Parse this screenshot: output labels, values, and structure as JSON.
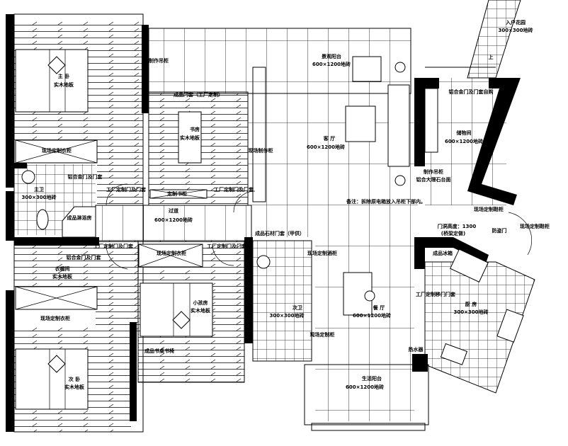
{
  "plan": {
    "rooms": {
      "master_bedroom": {
        "name": "主 卧",
        "floor": "实木地板"
      },
      "study": {
        "name": "书房",
        "floor": "实木地板"
      },
      "study_door": "成品门套（工厂定制）",
      "study_bookcase": "定制书柜",
      "wardrobe_master": "现场定制衣柜",
      "master_bath": {
        "name": "主卫",
        "floor": "300×300地砖"
      },
      "master_bath_door": "铝合金门及门套",
      "shower": "成品淋浴房",
      "hallway": {
        "name": "过道",
        "floor": "600×1200地砖"
      },
      "factory_door_1": "工厂定制门及门套",
      "factory_door_2": "工厂定制门及门套",
      "factory_door_3": "工厂定制门及门套",
      "factory_door_4": "工厂定制门及门套",
      "cabinet_top": "制作吊柜",
      "landscape_balcony": {
        "name": "景观阳台",
        "floor": "600×1200地砖"
      },
      "living_room": {
        "name": "客 厅",
        "floor": "600×1200地砖"
      },
      "living_note": "备注：拆除原电箱放入吊柜下部内。",
      "alu_door_self": "铝合金门及门套自购",
      "storage": {
        "name": "储物间",
        "floor": "600×1200地砖"
      },
      "storage_cabinet": "现场制作柜",
      "tv_cabinet": {
        "line1": "制作吊柜",
        "line2": "铝合大理石台面"
      },
      "entry_garden": {
        "name": "入户花园",
        "floor": "300×300地砖"
      },
      "up_mark": "上",
      "shoe_cabinet_1": "现场定制鞋柜",
      "shoe_cabinet_2": "现场定制鞋柜",
      "entry_door": "防盗门",
      "cloakroom": {
        "name": "衣帽间",
        "floor": "实木地板"
      },
      "cloakroom_door": "铝合金门及门套",
      "wardrobe_second": "现场定制衣柜",
      "second_bedroom": {
        "name": "次 卧",
        "floor": "实木地板"
      },
      "kids_room": {
        "name": "小孩房",
        "floor": "实木地板"
      },
      "kids_wardrobe": "现场定制衣柜",
      "desk": "成品书桌书椅",
      "stone_door": "成品石材门套（甲供）",
      "guest_bath": {
        "name": "次卫",
        "floor": "300×300地砖"
      },
      "dining": {
        "name": "餐 厅",
        "floor": "600×1200地砖"
      },
      "wine_cabinet_1": "现场定制酒柜",
      "wine_cabinet_2": "现场定制柜",
      "living_balcony": {
        "name": "生活阳台",
        "floor": "600×1200地砖"
      },
      "kitchen": {
        "name": "厨 房",
        "floor": "300×300地砖"
      },
      "kitchen_door_height": "门洞高度：1300",
      "kitchen_door_note": "(桥梁定做)",
      "fridge": "成品冰箱",
      "kitchen_sliding_door": "工厂定制移门门套",
      "water_heater": "热水器"
    }
  }
}
